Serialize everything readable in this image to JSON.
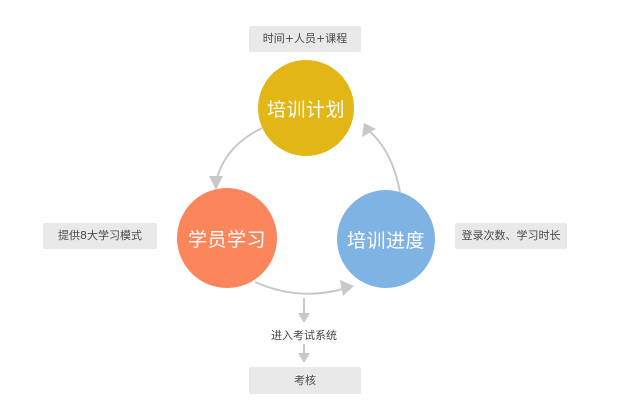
{
  "diagram": {
    "top_note": "时间+人员+课程",
    "left_note": "提供8大学习模式",
    "right_note": "登录次数、学习时长",
    "below_note": "进入考试系统",
    "bottom_box": "考核",
    "nodes": {
      "plan": {
        "label": "培训计划",
        "color": "#e2b614"
      },
      "study": {
        "label": "学员学习",
        "color": "#fb865c"
      },
      "progress": {
        "label": "培训进度",
        "color": "#7eb3e3"
      }
    },
    "colors": {
      "arrow": "#c8c8c8",
      "box": "#e9e9e9"
    }
  }
}
